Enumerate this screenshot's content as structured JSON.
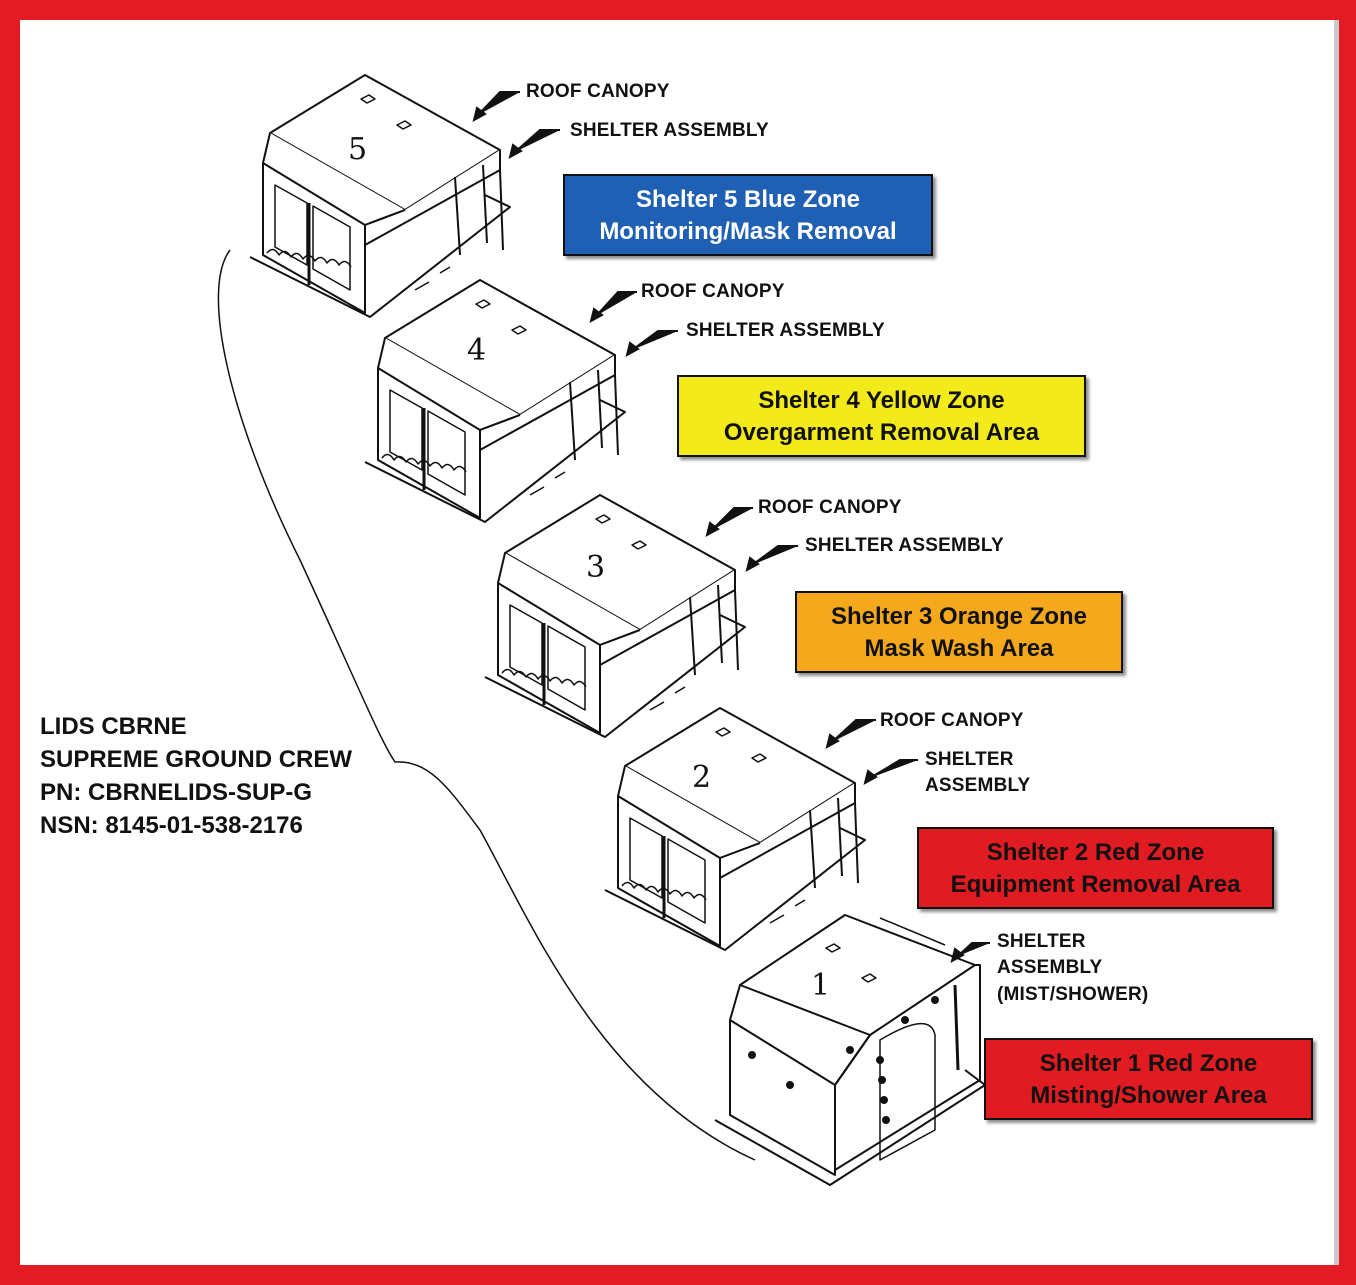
{
  "kit": {
    "line1": "LIDS CBRNE",
    "line2": "SUPREME GROUND CREW",
    "line3": "PN:  CBRNELIDS-SUP-G",
    "line4": "NSN:  8145-01-538-2176"
  },
  "callouts": {
    "roof_canopy": "ROOF CANOPY",
    "shelter_assembly": "SHELTER ASSEMBLY",
    "shelter": "SHELTER",
    "assembly": "ASSEMBLY",
    "mist_shower": "(MIST/SHOWER)"
  },
  "shelters": [
    {
      "number": "5",
      "zone_line1": "Shelter 5 Blue Zone",
      "zone_line2": "Monitoring/Mask Removal",
      "color": "#1f5fb4",
      "text_color": "#ffffff"
    },
    {
      "number": "4",
      "zone_line1": "Shelter 4 Yellow Zone",
      "zone_line2": "Overgarment  Removal Area",
      "color": "#f2ea1a",
      "text_color": "#111111"
    },
    {
      "number": "3",
      "zone_line1": "Shelter 3 Orange Zone",
      "zone_line2": "Mask Wash Area",
      "color": "#f6a81c",
      "text_color": "#111111"
    },
    {
      "number": "2",
      "zone_line1": "Shelter 2 Red Zone",
      "zone_line2": "Equipment Removal Area",
      "color": "#e11b22",
      "text_color": "#111111"
    },
    {
      "number": "1",
      "zone_line1": "Shelter 1 Red Zone",
      "zone_line2": "Misting/Shower Area",
      "color": "#e11b22",
      "text_color": "#111111"
    }
  ]
}
